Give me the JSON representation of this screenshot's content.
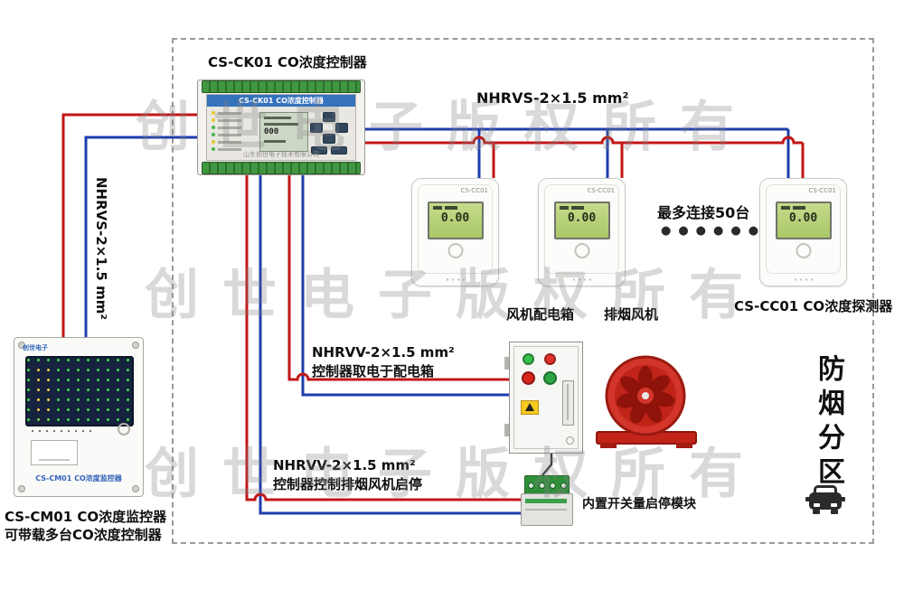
{
  "page": {
    "watermark": "创世电子版权所有"
  },
  "controller": {
    "title": "CS-CK01 CO浓度控制器",
    "header": "CS-CK01 CO浓度控制器",
    "lcd_value": "000",
    "company": "山东创世电子技术有限公司"
  },
  "monitor": {
    "brand": "创世电子",
    "panel_label": "CS-CM01 CO浓度监控器",
    "caption_line1": "CS-CM01 CO浓度监控器",
    "caption_line2": "可带载多台CO浓度控制器"
  },
  "detectors": {
    "model": "CS-CC01",
    "reading": "0.00",
    "caption": "CS-CC01 CO浓度探测器",
    "max_note": "最多连接50台",
    "dots": "●●●●●●"
  },
  "cables": {
    "nhrvs_top": "NHRVS-2×1.5 mm²",
    "nhrvs_left": "NHRVS-2×1.5 mm²",
    "nhrvv_power_line1": "NHRVV-2×1.5 mm²",
    "nhrvv_power_line2": "控制器取电于配电箱",
    "nhrvv_fan_line1": "NHRVV-2×1.5 mm²",
    "nhrvv_fan_line2": "控制器控制排烟风机启停"
  },
  "equipment": {
    "fan_box_label": "风机配电箱",
    "fan_label": "排烟风机",
    "module_label": "内置开关量启停模块"
  },
  "zone": {
    "label": "防烟分区"
  },
  "colors": {
    "wire_red": "#c31616",
    "wire_blue": "#1e3eae"
  }
}
